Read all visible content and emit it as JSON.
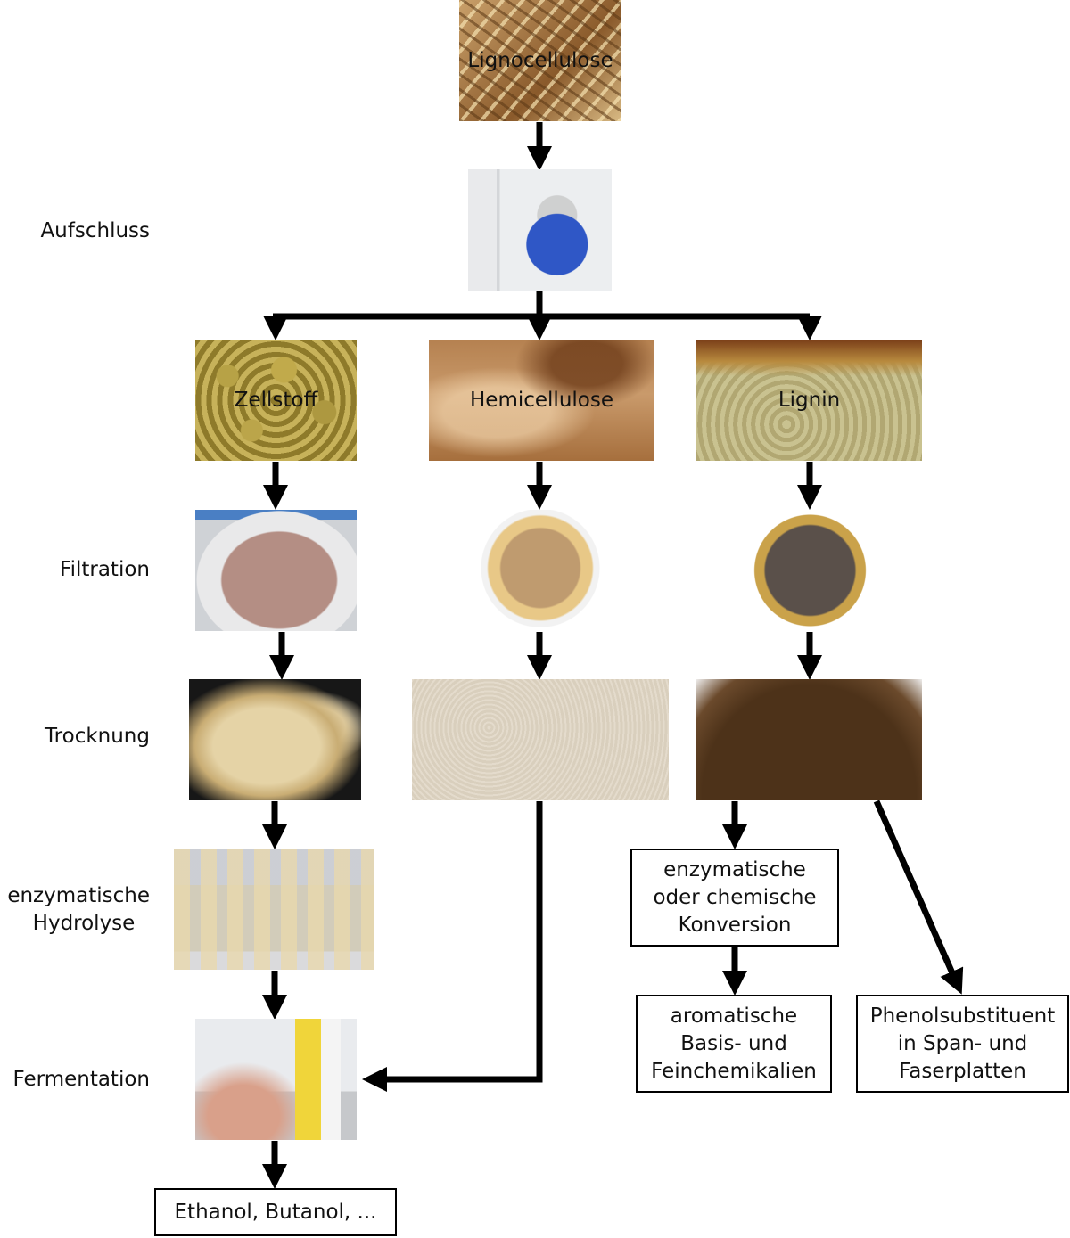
{
  "stages": {
    "aufschluss": "Aufschluss",
    "filtration": "Filtration",
    "trocknung": "Trocknung",
    "hydrolyse_1": "enzymatische",
    "hydrolyse_2": "Hydrolyse",
    "fermentation": "Fermentation"
  },
  "materials": {
    "lignocellulose": "Lignocellulose",
    "zellstoff": "Zellstoff",
    "hemicellulose": "Hemicellulose",
    "lignin": "Lignin"
  },
  "outputs": {
    "ethanol": "Ethanol, Butanol, ...",
    "konversion": [
      "enzymatische",
      "oder chemische",
      "Konversion"
    ],
    "aromatische": [
      "aromatische",
      "Basis- und",
      "Feinchemikalien"
    ],
    "phenol": [
      "Phenolsubstituent",
      "in Span- und",
      "Faserplatten"
    ]
  },
  "colors": {
    "arrow": "#000000",
    "background": "#ffffff"
  }
}
